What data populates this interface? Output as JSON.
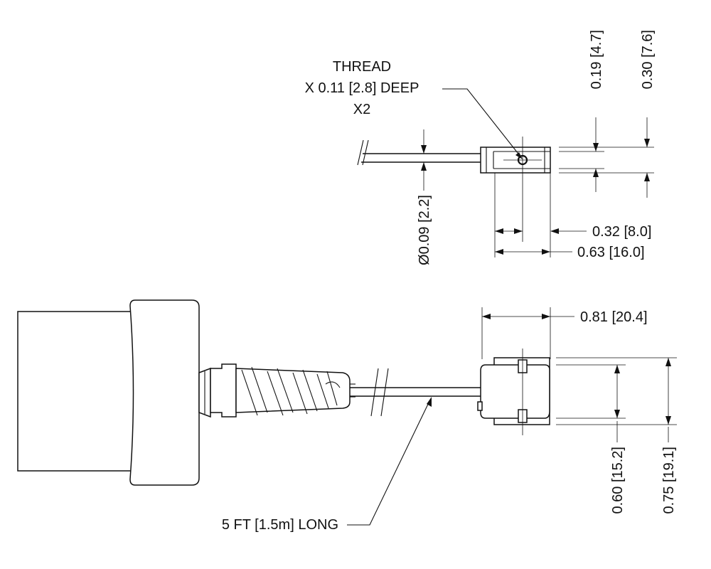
{
  "callouts": {
    "thread_line1": "THREAD",
    "thread_line2": "X 0.11 [2.8] DEEP",
    "thread_line3": "X2",
    "cable_length": "5 FT [1.5m] LONG"
  },
  "dimensions": {
    "slot_width": "0.19 [4.7]",
    "body_height_top": "0.30 [7.6]",
    "cable_diameter": "Ø0.09 [2.2]",
    "hole_offset": "0.32 [8.0]",
    "body_width_top": "0.63 [16.0]",
    "body_length": "0.81 [20.4]",
    "inner_height": "0.60 [15.2]",
    "outer_height": "0.75 [19.1]"
  }
}
